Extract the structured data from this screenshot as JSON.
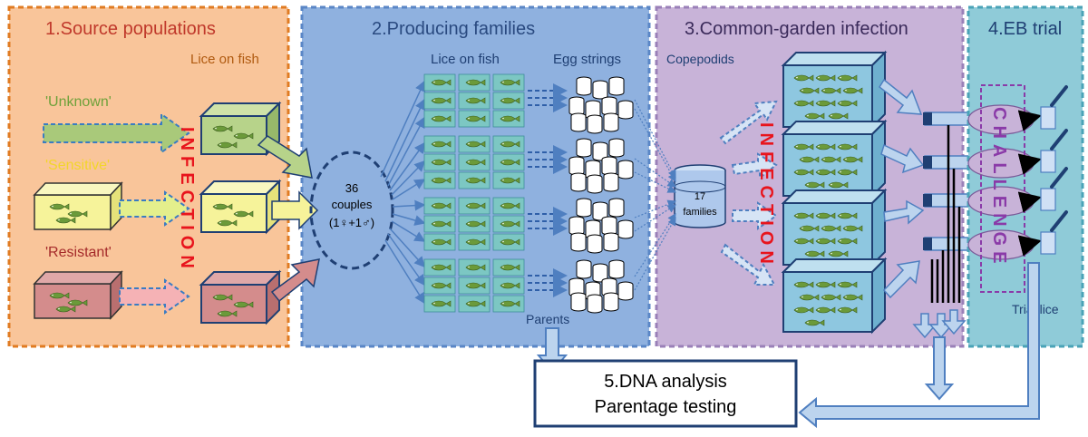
{
  "panels": {
    "source": {
      "title": "1.Source populations",
      "lice_on_fish": "Lice on fish",
      "unknown": "'Unknown'",
      "sensitive": "'Sensitive'",
      "resistant": "'Resistant'",
      "infection": "INFECTION"
    },
    "producing": {
      "title": "2.Producing families",
      "lice_on_fish": "Lice on fish",
      "egg_strings": "Egg strings",
      "couples_number": "36",
      "couples_label": "couples",
      "couples_formula": "(1♀+1♂)",
      "parents": "Parents"
    },
    "common_garden": {
      "title": "3.Common-garden infection",
      "copepodids": "Copepodids",
      "families_number": "17",
      "families_label": "families",
      "infection": "INFECTION"
    },
    "eb_trial": {
      "title": "4.EB trial",
      "challenge": "CHALLENGE",
      "trial_lice": "Trial lice"
    },
    "dna": {
      "line1": "5.DNA analysis",
      "line2": "Parentage testing"
    }
  },
  "colors": {
    "panel1_fill": "#f9c59a",
    "panel1_border": "#e07b22",
    "panel2_fill": "#8fb1df",
    "panel2_border": "#5a86c6",
    "panel3_fill": "#c8b3d8",
    "panel3_border": "#9a80b8",
    "panel4_fill": "#8fcbd8",
    "panel4_border": "#4aa3b7",
    "infection_text": "#e8141c",
    "challenge_text": "#8a3aa8",
    "dna_border": "#1f3f73"
  }
}
